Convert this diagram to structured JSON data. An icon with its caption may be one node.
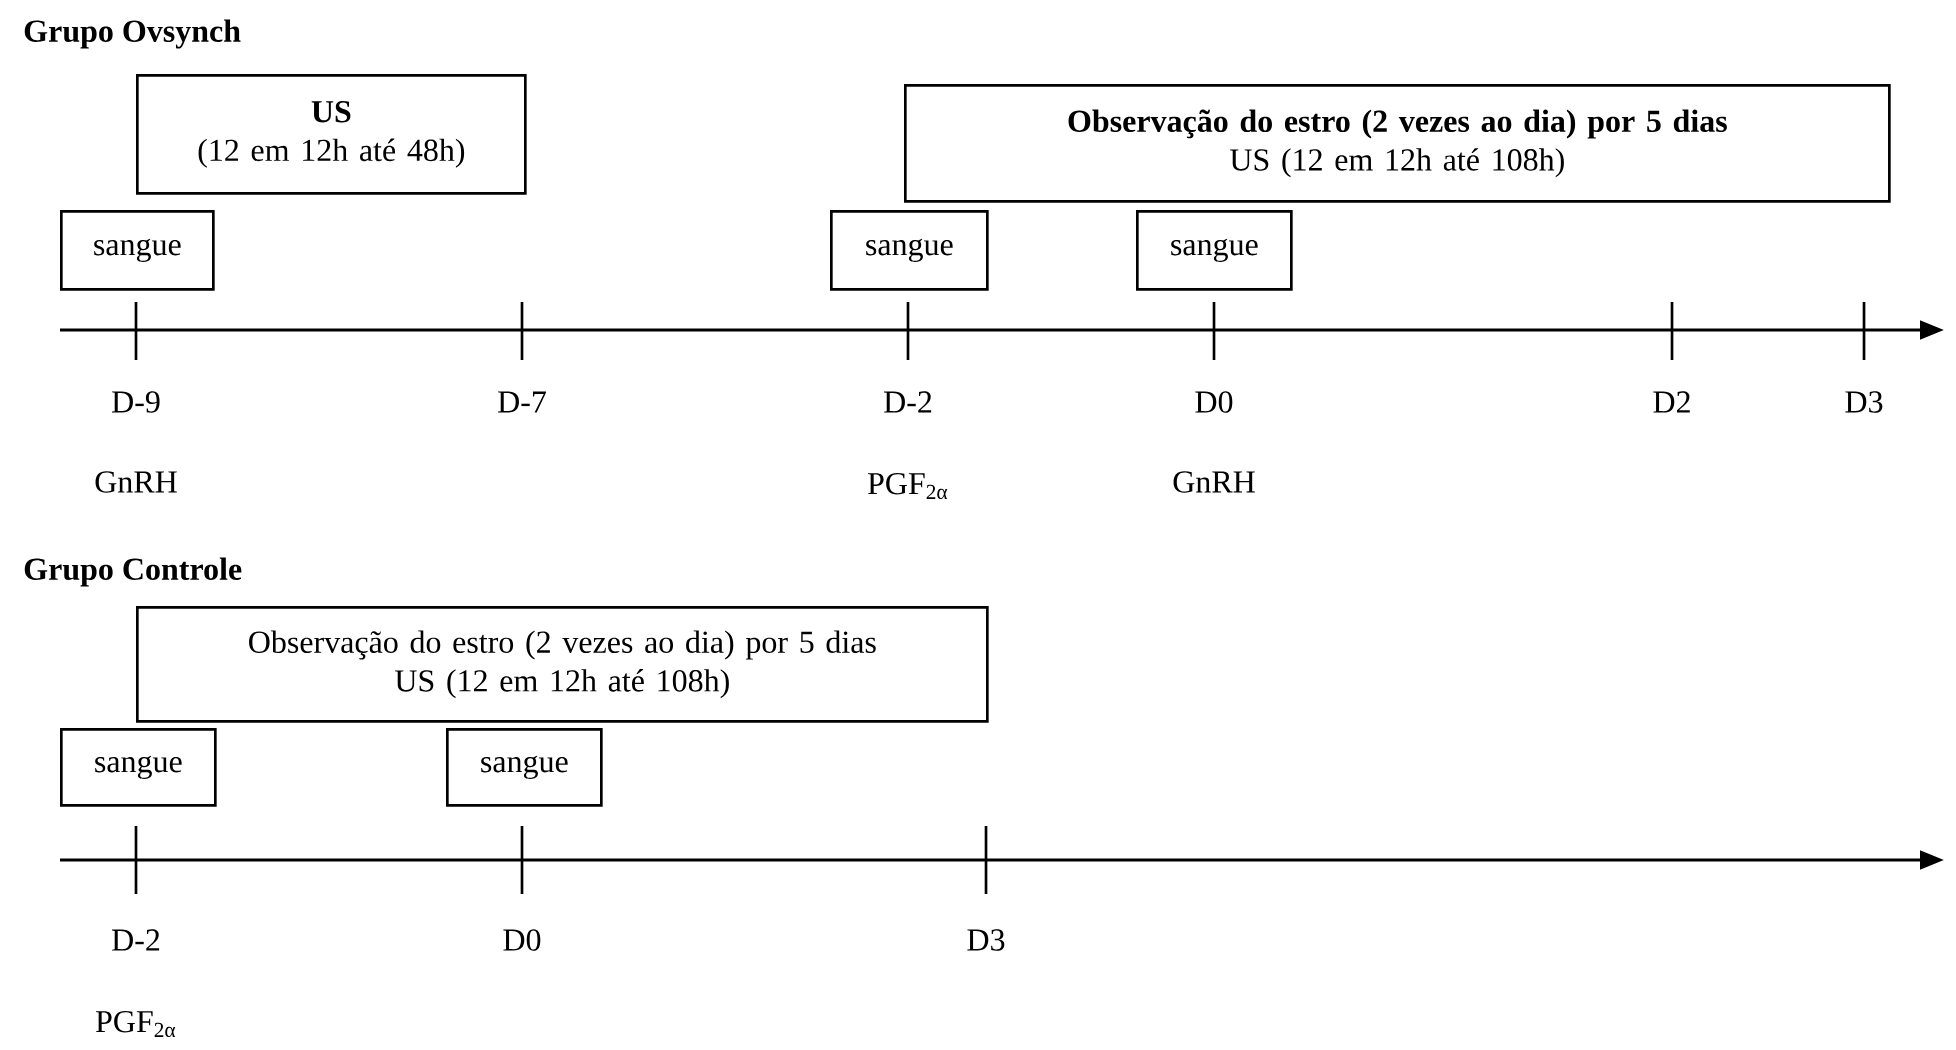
{
  "diagram": {
    "nodes": [
      {
        "text": [
          "US",
          "(12 em 12h até 48h)"
        ]
      },
      {
        "text": [
          "Observação do estro (2 vezes ao dia) por 5 dias",
          "US (12 em 12h até 108h)"
        ]
      },
      {
        "text": [
          "sangue"
        ]
      },
      {
        "text": [
          "sangue"
        ]
      },
      {
        "text": [
          "sangue"
        ]
      },
      {
        "text": [
          "Observação do estro (2 vezes ao dia) por 5 dias",
          "US (12 em 12h até 108h)"
        ]
      },
      {
        "text": [
          "sangue"
        ]
      },
      {
        "text": [
          "sangue"
        ]
      }
    ],
    "edges": [],
    "labels": [
      "Grupo Ovsynch",
      "D-9",
      "D-7",
      "D-2",
      "D0",
      "D2",
      "D3",
      "GnRH",
      "PGF$_{2α}$",
      "GnRH",
      "Grupo Controle",
      "D-2",
      "D0",
      "D3",
      "PGF$_{2α}$"
    ]
  }
}
